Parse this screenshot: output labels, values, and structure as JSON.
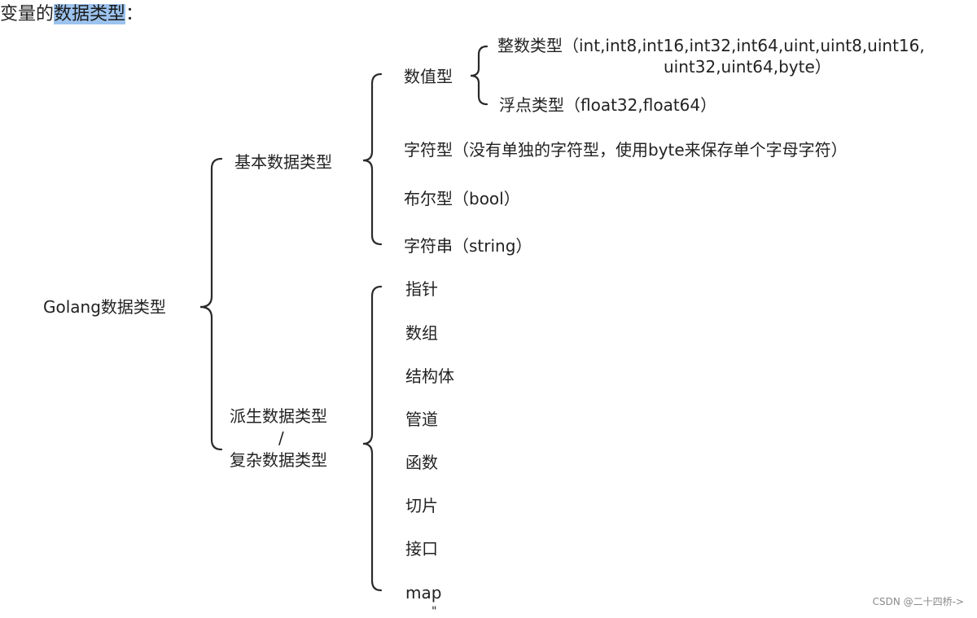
{
  "title": {
    "prefix": "变量的",
    "highlight": "数据类型",
    "suffix": "："
  },
  "root": "Golang数据类型",
  "basic": {
    "label": "基本数据类型",
    "numeric": {
      "label": "数值型",
      "integer_line1": "整数类型（int,int8,int16,int32,int64,uint,uint8,uint16,",
      "integer_line2": "uint32,uint64,byte）",
      "float": "浮点类型（float32,float64）"
    },
    "char": "字符型（没有单独的字符型，使用byte来保存单个字母字符）",
    "bool": "布尔型（bool）",
    "string": "字符串（string）"
  },
  "derived": {
    "label_line1": "派生数据类型",
    "slash": "/",
    "label_line2": "复杂数据类型",
    "items": [
      "指针",
      "数组",
      "结构体",
      "管道",
      "函数",
      "切片",
      "接口",
      "map"
    ]
  },
  "cutoff_glyph": "\"",
  "watermark": "CSDN @二十四桥->"
}
